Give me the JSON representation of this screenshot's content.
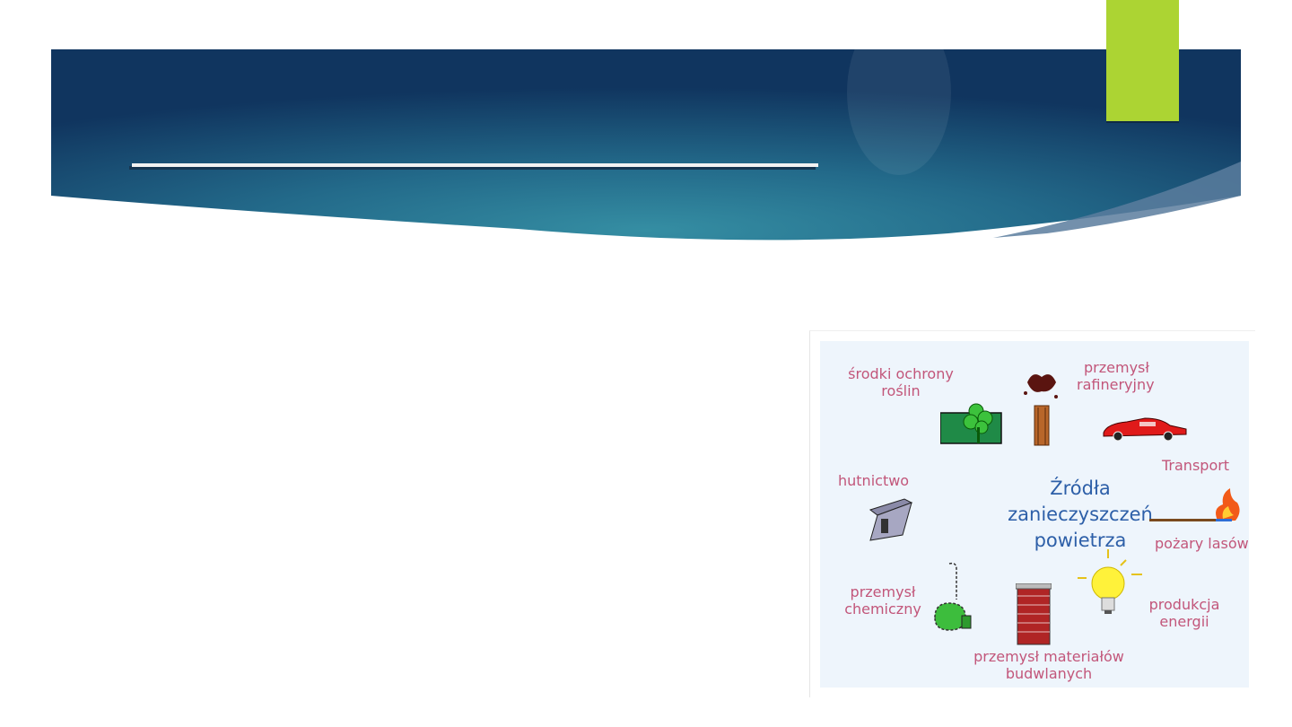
{
  "slide": {
    "title": "",
    "body": "",
    "colors": {
      "banner_dark": "#0f3560",
      "banner_mid": "#2f7f99",
      "accent": "#acd433",
      "label_pink": "#c2567a",
      "title_blue": "#2d5fa8",
      "figure_bg": "#eef5fc"
    }
  },
  "figure": {
    "center_title": [
      "Źródła",
      "zanieczyszczeń",
      "powietrza"
    ],
    "labels": {
      "plant_protection": [
        "środki ochrony",
        "roślin"
      ],
      "refinery": [
        "przemysł",
        "rafineryjny"
      ],
      "transport": "Transport",
      "metallurgy": "hutnictwo",
      "forest_fires": "pożary lasów",
      "chemical": [
        "przemysł",
        "chemiczny"
      ],
      "energy": [
        "produkcja",
        "energii"
      ],
      "building_materials": [
        "przemysł materiałów",
        "budwlanych"
      ]
    }
  }
}
